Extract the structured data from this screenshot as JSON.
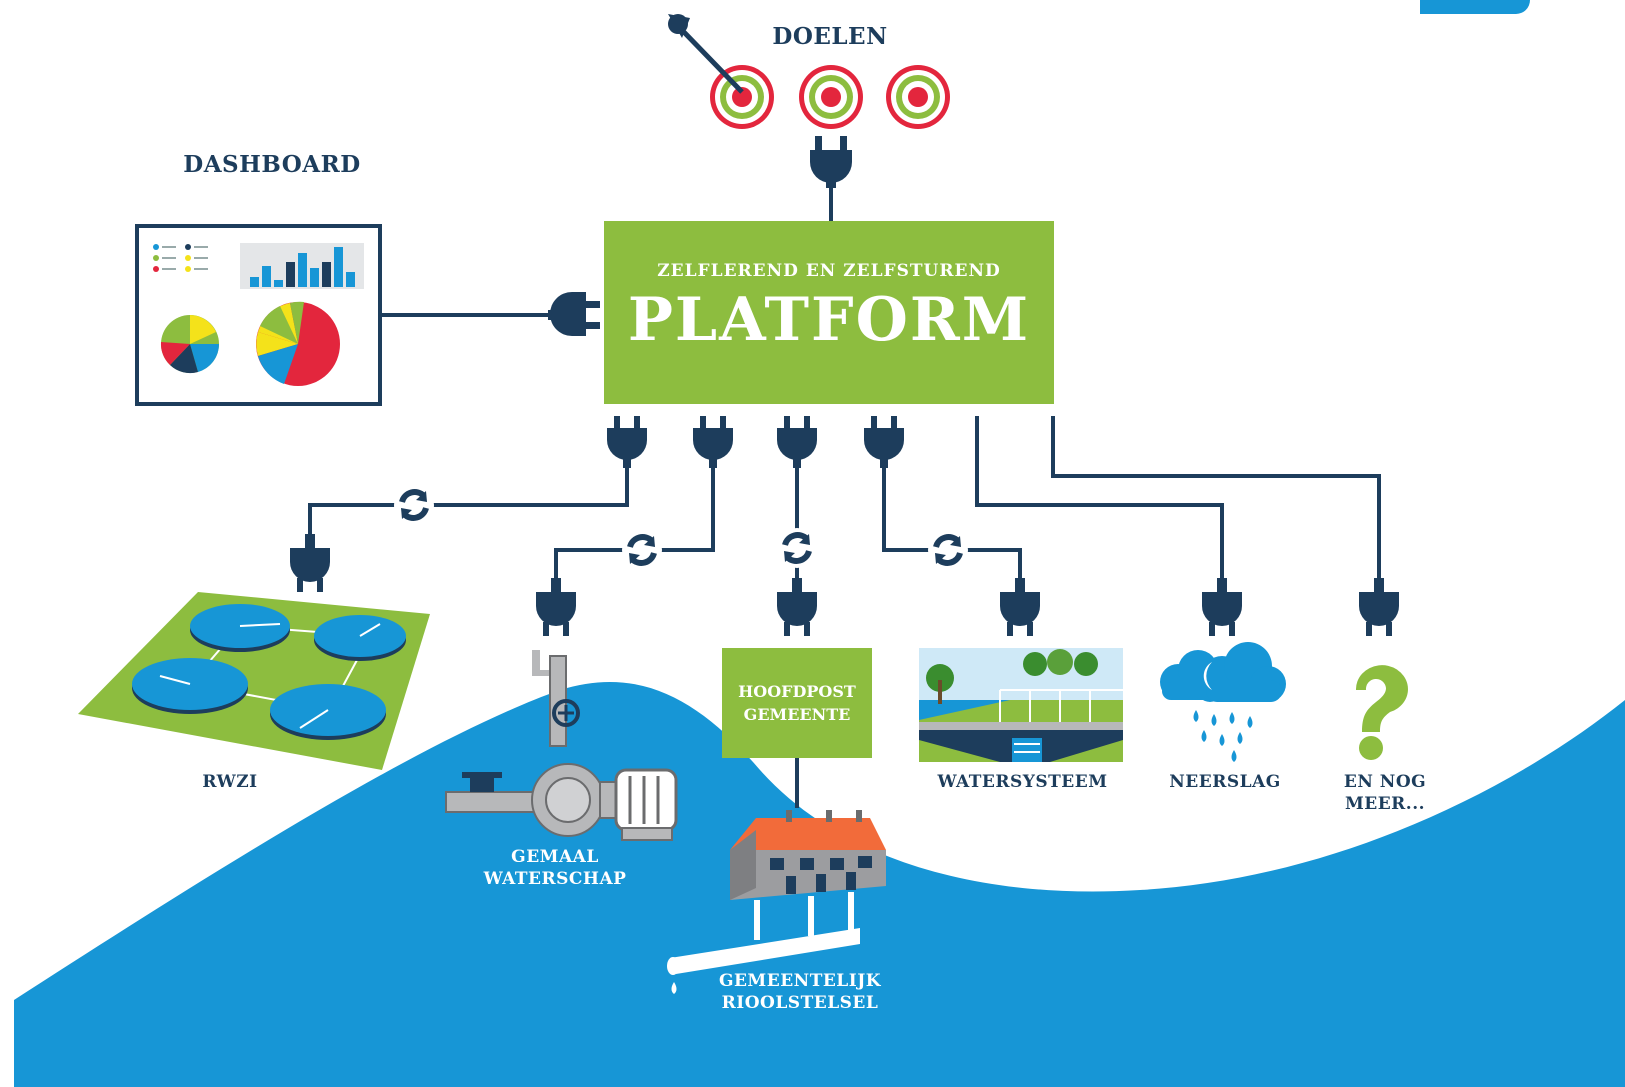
{
  "goals": {
    "title": "DOELEN"
  },
  "dashboard": {
    "title": "DASHBOARD"
  },
  "platform": {
    "subtitle": "ZELFLEREND EN ZELFSTUREND",
    "title": "PLATFORM"
  },
  "nodes": {
    "rwzi": "RWZI",
    "gemaal": [
      "GEMAAL",
      "WATERSCHAP"
    ],
    "hoofdpost": [
      "HOOFDPOST",
      "GEMEENTE"
    ],
    "riool": [
      "GEMEENTELIJK",
      "RIOOLSTELSEL"
    ],
    "watersysteem": "WATERSYSTEEM",
    "neerslag": "NEERSLAG",
    "meer": "EN NOG MEER..."
  },
  "colors": {
    "navy": "#1d3d5c",
    "green": "#8dbd3f",
    "water": "#1796d6",
    "red": "#e3263d"
  },
  "icons": [
    "dart-icon",
    "target-icon",
    "plug-icon",
    "sync-icon",
    "pie-chart-icon",
    "bar-chart-icon",
    "rain-cloud-icon",
    "question-mark-icon",
    "pump-icon",
    "house-icon",
    "sewer-pipe-icon",
    "bridge-icon",
    "clarifier-icon"
  ]
}
